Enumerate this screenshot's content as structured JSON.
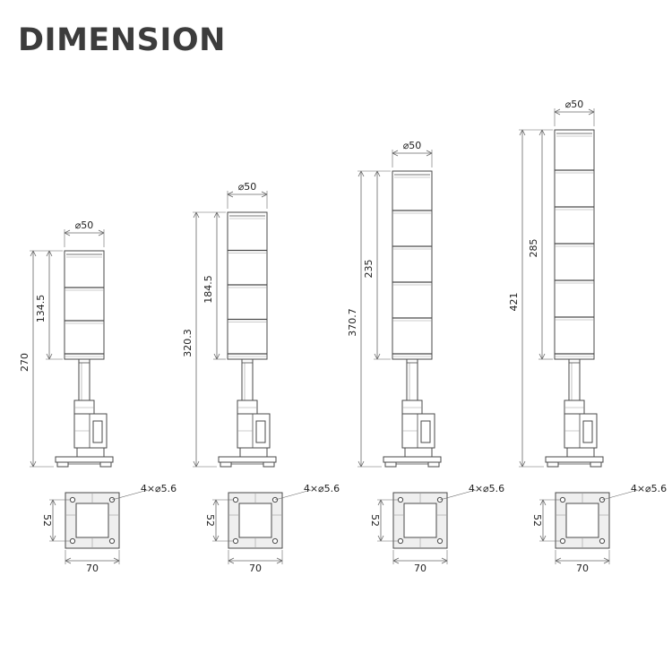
{
  "title": "DIMENSION",
  "units": [
    {
      "id": "3tier",
      "diameter": "⌀50",
      "total_height": "270",
      "body_height": "134.5",
      "tiers": 3
    },
    {
      "id": "4tier",
      "diameter": "⌀50",
      "total_height": "320.3",
      "body_height": "184.5",
      "tiers": 4
    },
    {
      "id": "5tier",
      "diameter": "⌀50",
      "total_height": "370.7",
      "body_height": "235",
      "tiers": 5
    },
    {
      "id": "6tier",
      "diameter": "⌀50",
      "total_height": "421",
      "body_height": "285",
      "tiers": 6
    }
  ],
  "base": {
    "width": "70",
    "height": "52",
    "holes": "4×⌀5.6"
  },
  "colors": {
    "line": "#4a4a4a",
    "dim": "#666666",
    "base_fill": "#efefef",
    "title": "#3c3c3c"
  }
}
